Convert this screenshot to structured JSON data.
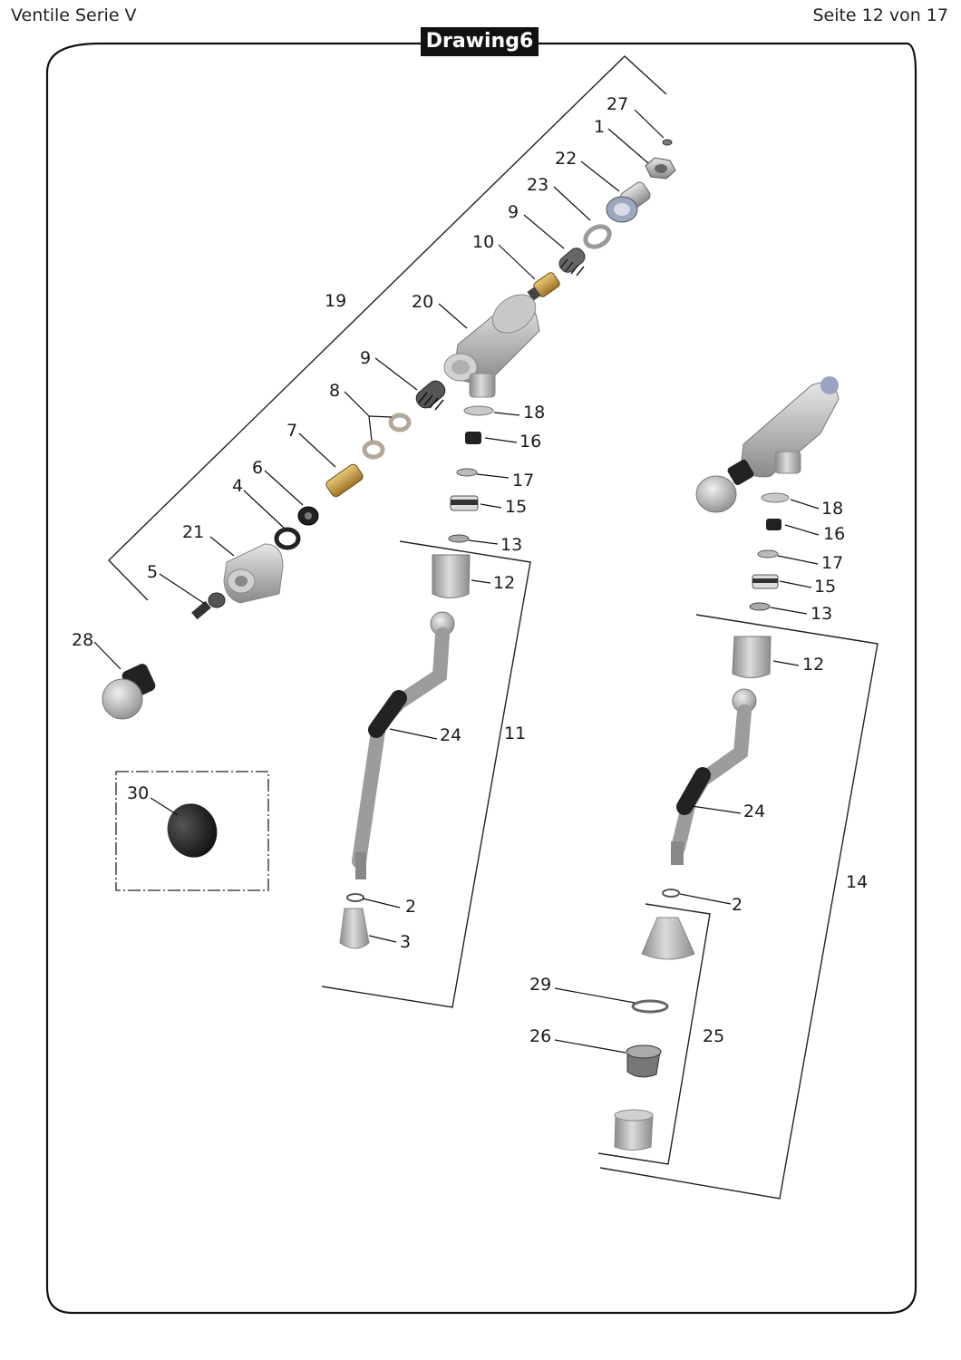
{
  "header": {
    "left": "Ventile Serie V",
    "right": "Seite 12 von 17"
  },
  "title": "Drawing6",
  "callouts": {
    "n1": "1",
    "n2": "2",
    "n3": "3",
    "n4": "4",
    "n5": "5",
    "n6": "6",
    "n7": "7",
    "n8": "8",
    "n9": "9",
    "n10": "10",
    "n11": "11",
    "n12": "12",
    "n13": "13",
    "n14": "14",
    "n15": "15",
    "n16": "16",
    "n17": "17",
    "n18": "18",
    "n19": "19",
    "n20": "20",
    "n21": "21",
    "n22": "22",
    "n23": "23",
    "n24": "24",
    "n25": "25",
    "n26": "26",
    "n27": "27",
    "n28": "28",
    "n29": "29",
    "n30": "30"
  },
  "colors": {
    "frame": "#111111",
    "metal": "#b9b9b9",
    "brass": "#c9a04a",
    "rubber": "#222222"
  }
}
